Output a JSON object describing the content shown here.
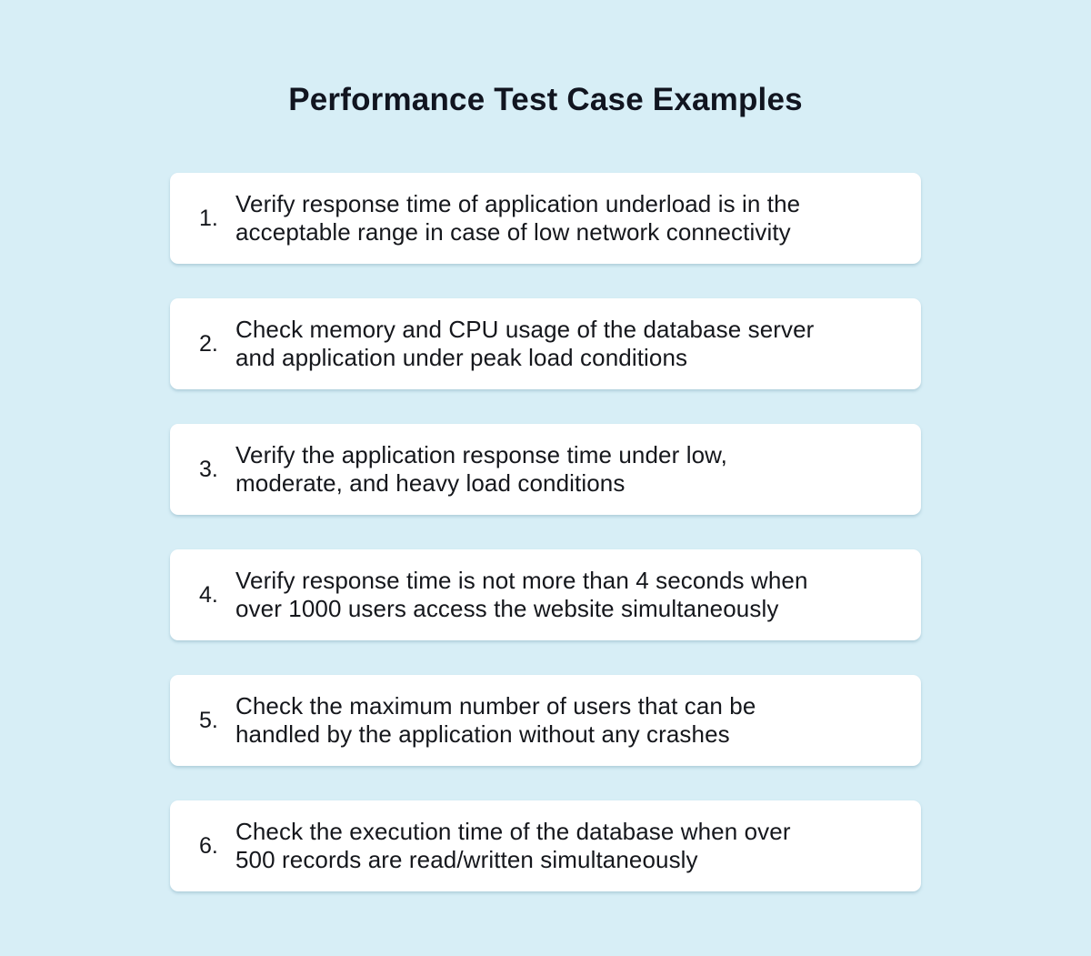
{
  "title": "Performance Test Case Examples",
  "colors": {
    "background": "#d7eef6",
    "card": "#ffffff",
    "text": "#15171c"
  },
  "items": [
    {
      "number": "1.",
      "line1": "Verify response time of application underload is in the",
      "line2": "acceptable range in case of low network connectivity"
    },
    {
      "number": "2.",
      "line1": "Check memory and CPU usage of the database server",
      "line2": "and application under peak load conditions"
    },
    {
      "number": "3.",
      "line1": "Verify the application response time under low,",
      "line2": "moderate, and heavy load conditions"
    },
    {
      "number": "4.",
      "line1": "Verify response time is not more than 4 seconds when",
      "line2": "over 1000 users access the website simultaneously"
    },
    {
      "number": "5.",
      "line1": "Check the maximum number of users that can be",
      "line2": "handled by the application without any crashes"
    },
    {
      "number": "6.",
      "line1": "Check the execution time of the database when over",
      "line2": "500 records are read/written simultaneously"
    }
  ]
}
